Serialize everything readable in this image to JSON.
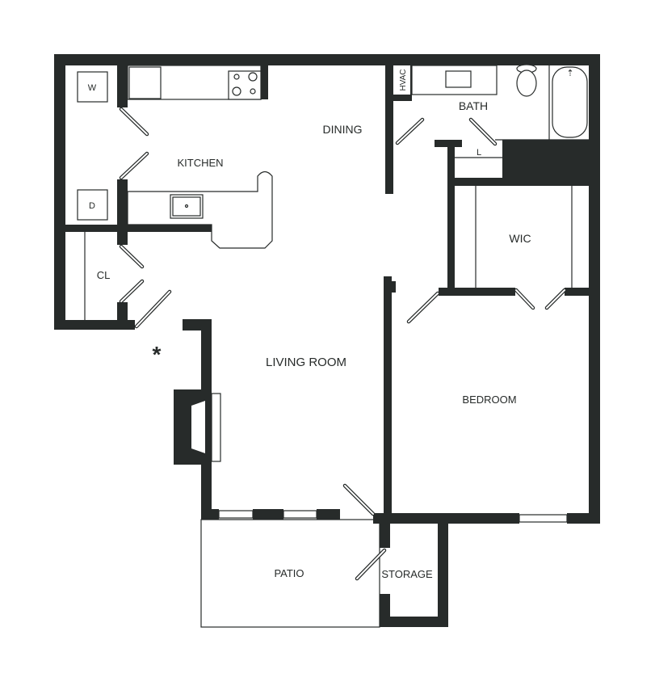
{
  "floor_plan": {
    "wall_color": "#272b2a",
    "rooms": {
      "kitchen": "KITCHEN",
      "dining": "DINING",
      "bath": "BATH",
      "hvac": "HVAC",
      "linen": "L",
      "wic": "WIC",
      "closet": "CL",
      "living_room": "LIVING ROOM",
      "bedroom": "BEDROOM",
      "patio": "PATIO",
      "storage": "STORAGE"
    },
    "appliances": {
      "washer": "W",
      "dryer": "D"
    },
    "entry_marker": "*"
  }
}
